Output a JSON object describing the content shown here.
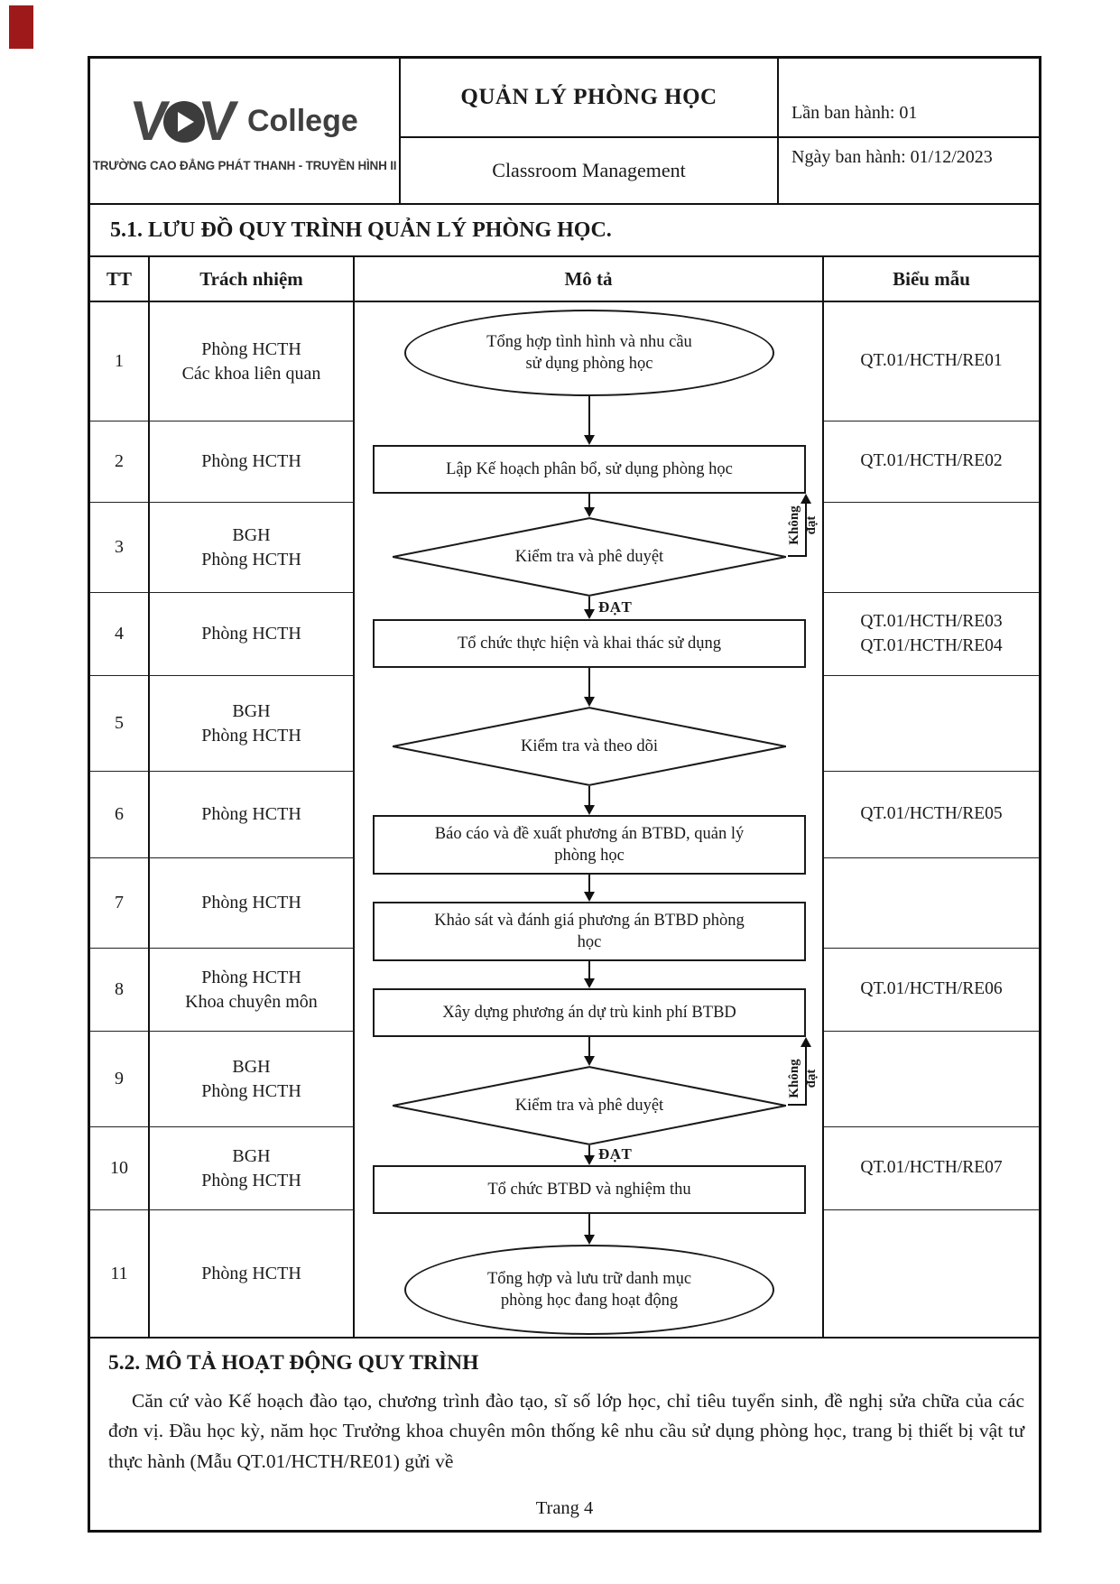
{
  "colors": {
    "ink": "#1a1a1a",
    "logo_gray": "#474747",
    "red_marker": "#9e1a1a"
  },
  "header": {
    "logo": {
      "v1": "V",
      "v2": "V",
      "college": "College",
      "subtitle": "TRƯỜNG CAO ĐẲNG PHÁT THANH - TRUYỀN HÌNH II"
    },
    "title_vi": "QUẢN LÝ PHÒNG HỌC",
    "title_en": "Classroom Management",
    "issue_no": "Lần ban hành: 01",
    "issue_date": "Ngày ban hành: 01/12/2023"
  },
  "section_51": {
    "title": "5.1. LƯU ĐỒ QUY TRÌNH QUẢN LÝ PHÒNG HỌC."
  },
  "table": {
    "headers": {
      "tt": "TT",
      "responsibility": "Trách nhiệm",
      "description": "Mô tả",
      "form": "Biểu mẫu"
    },
    "rows": [
      {
        "tt": "1",
        "resp": "Phòng HCTH\nCác khoa liên quan",
        "form": "QT.01/HCTH/RE01"
      },
      {
        "tt": "2",
        "resp": "Phòng HCTH",
        "form": "QT.01/HCTH/RE02"
      },
      {
        "tt": "3",
        "resp": "BGH\nPhòng HCTH",
        "form": ""
      },
      {
        "tt": "4",
        "resp": "Phòng HCTH",
        "form": "QT.01/HCTH/RE03\nQT.01/HCTH/RE04"
      },
      {
        "tt": "5",
        "resp": "BGH\nPhòng HCTH",
        "form": ""
      },
      {
        "tt": "6",
        "resp": "Phòng HCTH",
        "form": "QT.01/HCTH/RE05"
      },
      {
        "tt": "7",
        "resp": "Phòng HCTH",
        "form": ""
      },
      {
        "tt": "8",
        "resp": "Phòng HCTH\nKhoa chuyên môn",
        "form": "QT.01/HCTH/RE06"
      },
      {
        "tt": "9",
        "resp": "BGH\nPhòng HCTH",
        "form": ""
      },
      {
        "tt": "10",
        "resp": "BGH\nPhòng HCTH",
        "form": "QT.01/HCTH/RE07"
      },
      {
        "tt": "11",
        "resp": "Phòng HCTH",
        "form": ""
      }
    ]
  },
  "flow": {
    "steps": [
      {
        "shape": "ellipse",
        "text": "Tổng hợp tình hình và nhu cầu\nsử dụng phòng học"
      },
      {
        "shape": "rect",
        "text": "Lập Kế hoạch phân bổ, sử dụng phòng học"
      },
      {
        "shape": "diamond",
        "text": "Kiểm tra và phê duyệt"
      },
      {
        "shape": "rect",
        "text": "Tổ chức thực hiện và khai thác sử dụng"
      },
      {
        "shape": "diamond",
        "text": "Kiểm tra và theo dõi"
      },
      {
        "shape": "rect",
        "text": "Báo cáo và đề xuất phương án BTBD,  quản lý\nphòng học"
      },
      {
        "shape": "rect",
        "text": "Khảo sát và đánh giá phương án BTBD phòng\nhọc"
      },
      {
        "shape": "rect",
        "text": "Xây dựng phương án dự trù kinh phí BTBD"
      },
      {
        "shape": "diamond",
        "text": "Kiểm tra và phê duyệt"
      },
      {
        "shape": "rect",
        "text": "Tổ chức BTBD và nghiệm thu"
      },
      {
        "shape": "ellipse",
        "text": "Tổng hợp và lưu trữ danh mục\nphòng học đang hoạt động"
      }
    ],
    "pass_label": "ĐẠT",
    "fail_label": "Không\nđạt"
  },
  "section_52": {
    "title": "5.2. MÔ TẢ HOẠT ĐỘNG QUY TRÌNH",
    "paragraph": "Căn cứ vào Kế hoạch đào tạo, chương trình đào tạo, sĩ số lớp học, chỉ tiêu tuyển sinh, đề nghị sửa chữa của các đơn vị. Đầu học kỳ, năm học Trưởng khoa chuyên môn thống kê nhu cầu sử dụng phòng học, trang bị thiết bị vật tư thực hành (Mẫu QT.01/HCTH/RE01) gửi về"
  },
  "footer": {
    "page_label": "Trang 4"
  }
}
